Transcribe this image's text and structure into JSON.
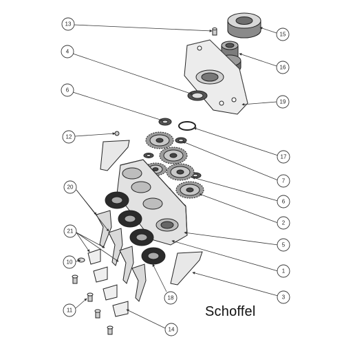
{
  "brand": "Schoffel",
  "callouts": [
    "13",
    "15",
    "4",
    "16",
    "19",
    "6",
    "17",
    "12",
    "7",
    "20",
    "6",
    "2",
    "21",
    "5",
    "10",
    "1",
    "11",
    "3",
    "18",
    "14"
  ]
}
